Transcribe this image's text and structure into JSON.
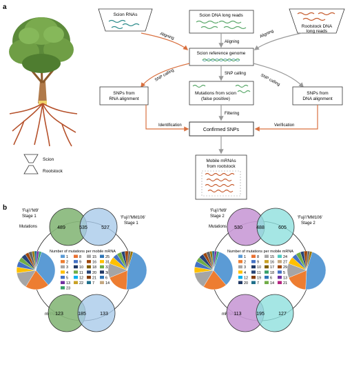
{
  "panel_a": {
    "label": "a",
    "scion_rnas": "Scion RNAs",
    "scion_dna": "Scion DNA long reads",
    "rootstock_dna": [
      "Rootstock DNA",
      "long reads"
    ],
    "aligning_left": "Aligning",
    "aligning_mid": "Aligning",
    "aligning_right": "Aligning",
    "reference": "Scion reference genome",
    "snp_calling_left": "SNP calling",
    "snp_calling_mid": "SNP calling",
    "snp_calling_right": "SNP calling",
    "snps_rna": [
      "SNPs from",
      "RNA alignment"
    ],
    "mutations_scion": [
      "Mutations from scion",
      "(false positive)"
    ],
    "snps_dna": [
      "SNPs from",
      "DNA alignment"
    ],
    "filtering": "Filtering",
    "identification": "Identification",
    "verification": "Verification",
    "confirmed": "Confirmed SNPs",
    "mobile": [
      "Mobile mRNAs",
      "from rootstock"
    ],
    "legend_scion": "Scion",
    "legend_rootstock": "Rootstock"
  },
  "panel_b": {
    "label": "b",
    "legend_title": "Number of mutations per mobile mRNA",
    "left": {
      "stage_left": [
        "'Fuji'/'M9'",
        "Stage 1"
      ],
      "stage_right": [
        "'Fuji'/'MM106'",
        "Stage 1"
      ],
      "mutations_label": "Mutations",
      "mrnas_label": "mRNAs",
      "venn_top": [
        "489",
        "535",
        "527"
      ],
      "venn_bottom": [
        "123",
        "185",
        "133"
      ],
      "legend": [
        {
          "n": "1",
          "c": "#5b9bd5"
        },
        {
          "n": "8",
          "c": "#e97132"
        },
        {
          "n": "15",
          "c": "#a5a5a5"
        },
        {
          "n": "25",
          "c": "#2e75b6"
        },
        {
          "n": "2",
          "c": "#ed7d31"
        },
        {
          "n": "9",
          "c": "#4472c4"
        },
        {
          "n": "16",
          "c": "#9e480e"
        },
        {
          "n": "31",
          "c": "#ffc000"
        },
        {
          "n": "3",
          "c": "#a5a5a5"
        },
        {
          "n": "10",
          "c": "#1f3864"
        },
        {
          "n": "18",
          "c": "#7f6000"
        },
        {
          "n": "33",
          "c": "#70ad47"
        },
        {
          "n": "4",
          "c": "#ffc000"
        },
        {
          "n": "11",
          "c": "#70ad47"
        },
        {
          "n": "20",
          "c": "#264478"
        },
        {
          "n": "38",
          "c": "#203864"
        },
        {
          "n": "5",
          "c": "#4472c4"
        },
        {
          "n": "12",
          "c": "#00b0f0"
        },
        {
          "n": "21",
          "c": "#843c0c"
        },
        {
          "n": "6",
          "c": "#2e75b6"
        },
        {
          "n": "13",
          "c": "#7030a0"
        },
        {
          "n": "22",
          "c": "#c9a227"
        },
        {
          "n": "7",
          "c": "#1f6f8b"
        },
        {
          "n": "14",
          "c": "#c5a880"
        },
        {
          "n": "23",
          "c": "#38a169"
        }
      ]
    },
    "right": {
      "stage_left": [
        "'Fuji'/'M9'",
        "Stage 2"
      ],
      "stage_right": [
        "'Fuji'/'MM106'",
        "Stage 2"
      ],
      "mutations_label": "Mutations",
      "mrnas_label": "mRNAs",
      "venn_top": [
        "530",
        "488",
        "605"
      ],
      "venn_bottom": [
        "113",
        "195",
        "127"
      ],
      "legend": [
        {
          "n": "1",
          "c": "#5b9bd5"
        },
        {
          "n": "8",
          "c": "#e97132"
        },
        {
          "n": "15",
          "c": "#a5a5a5"
        },
        {
          "n": "24",
          "c": "#4dc9c0"
        },
        {
          "n": "2",
          "c": "#ed7d31"
        },
        {
          "n": "9",
          "c": "#4472c4"
        },
        {
          "n": "16",
          "c": "#c9a227"
        },
        {
          "n": "27",
          "c": "#c5a880"
        },
        {
          "n": "3",
          "c": "#a5a5a5"
        },
        {
          "n": "10",
          "c": "#1f3864"
        },
        {
          "n": "17",
          "c": "#7f6000"
        },
        {
          "n": "29",
          "c": "#9e480e"
        },
        {
          "n": "4",
          "c": "#ffc000"
        },
        {
          "n": "11",
          "c": "#264478"
        },
        {
          "n": "18",
          "c": "#38a169"
        },
        {
          "n": "5",
          "c": "#4472c4"
        },
        {
          "n": "12",
          "c": "#00b0f0"
        },
        {
          "n": "19",
          "c": "#843c0c"
        },
        {
          "n": "6",
          "c": "#2e75b6"
        },
        {
          "n": "13",
          "c": "#7030a0"
        },
        {
          "n": "20",
          "c": "#203864"
        },
        {
          "n": "7",
          "c": "#1f6f8b"
        },
        {
          "n": "14",
          "c": "#70ad47"
        },
        {
          "n": "21",
          "c": "#b4237f"
        }
      ]
    }
  },
  "colors": {
    "venn_green": "#86b779",
    "venn_blue": "#a9cbea",
    "venn_purple": "#c99ad6",
    "venn_teal": "#8fe0dd",
    "arrow_orange": "#d9703f",
    "arrow_grey": "#9a9a9a",
    "rna_orange": "#c65a2b",
    "dna_green": "#5aa86a"
  },
  "pies": {
    "top_left": [
      0.34,
      0.2,
      0.14,
      0.05,
      0.05,
      0.04,
      0.04,
      0.03,
      0.03,
      0.02,
      0.02,
      0.02,
      0.02
    ],
    "bottom_right": [
      0.46,
      0.18,
      0.12,
      0.06,
      0.04,
      0.04,
      0.03,
      0.03,
      0.02,
      0.02
    ]
  }
}
